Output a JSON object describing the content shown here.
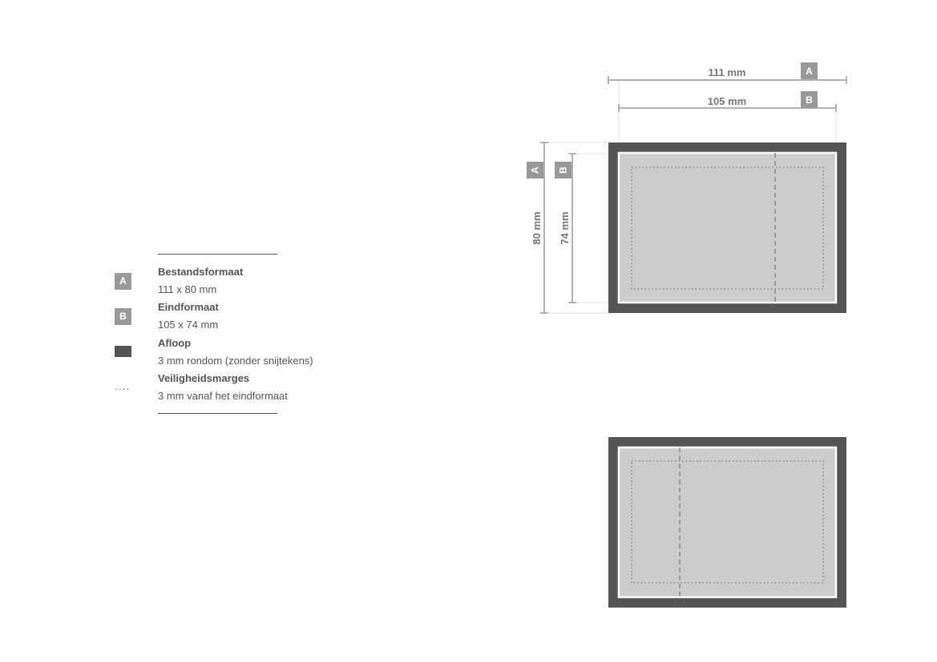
{
  "legend": {
    "items": [
      {
        "icon": "badge",
        "badge": "A",
        "title": "Bestandsformaat",
        "description": "111 x 80 mm"
      },
      {
        "icon": "badge",
        "badge": "B",
        "title": "Eindformaat",
        "description": "105 x 74 mm"
      },
      {
        "icon": "swatch",
        "title": "Afloop",
        "description": "3 mm rondom (zonder snijtekens)"
      },
      {
        "icon": "dots",
        "dots": "....",
        "title": "Veiligheidsmarges",
        "description": "3 mm vanaf het eindformaat"
      }
    ]
  },
  "dimensions": {
    "width_a": "111 mm",
    "width_b": "105 mm",
    "height_a": "80 mm",
    "height_b": "74 mm",
    "badge_a": "A",
    "badge_b": "B"
  },
  "colors": {
    "bleed": "#555555",
    "trim_line": "#ffffff",
    "card_fill": "#cccccc",
    "badge": "#999999",
    "text": "#555555",
    "dimension_line": "#999999"
  }
}
